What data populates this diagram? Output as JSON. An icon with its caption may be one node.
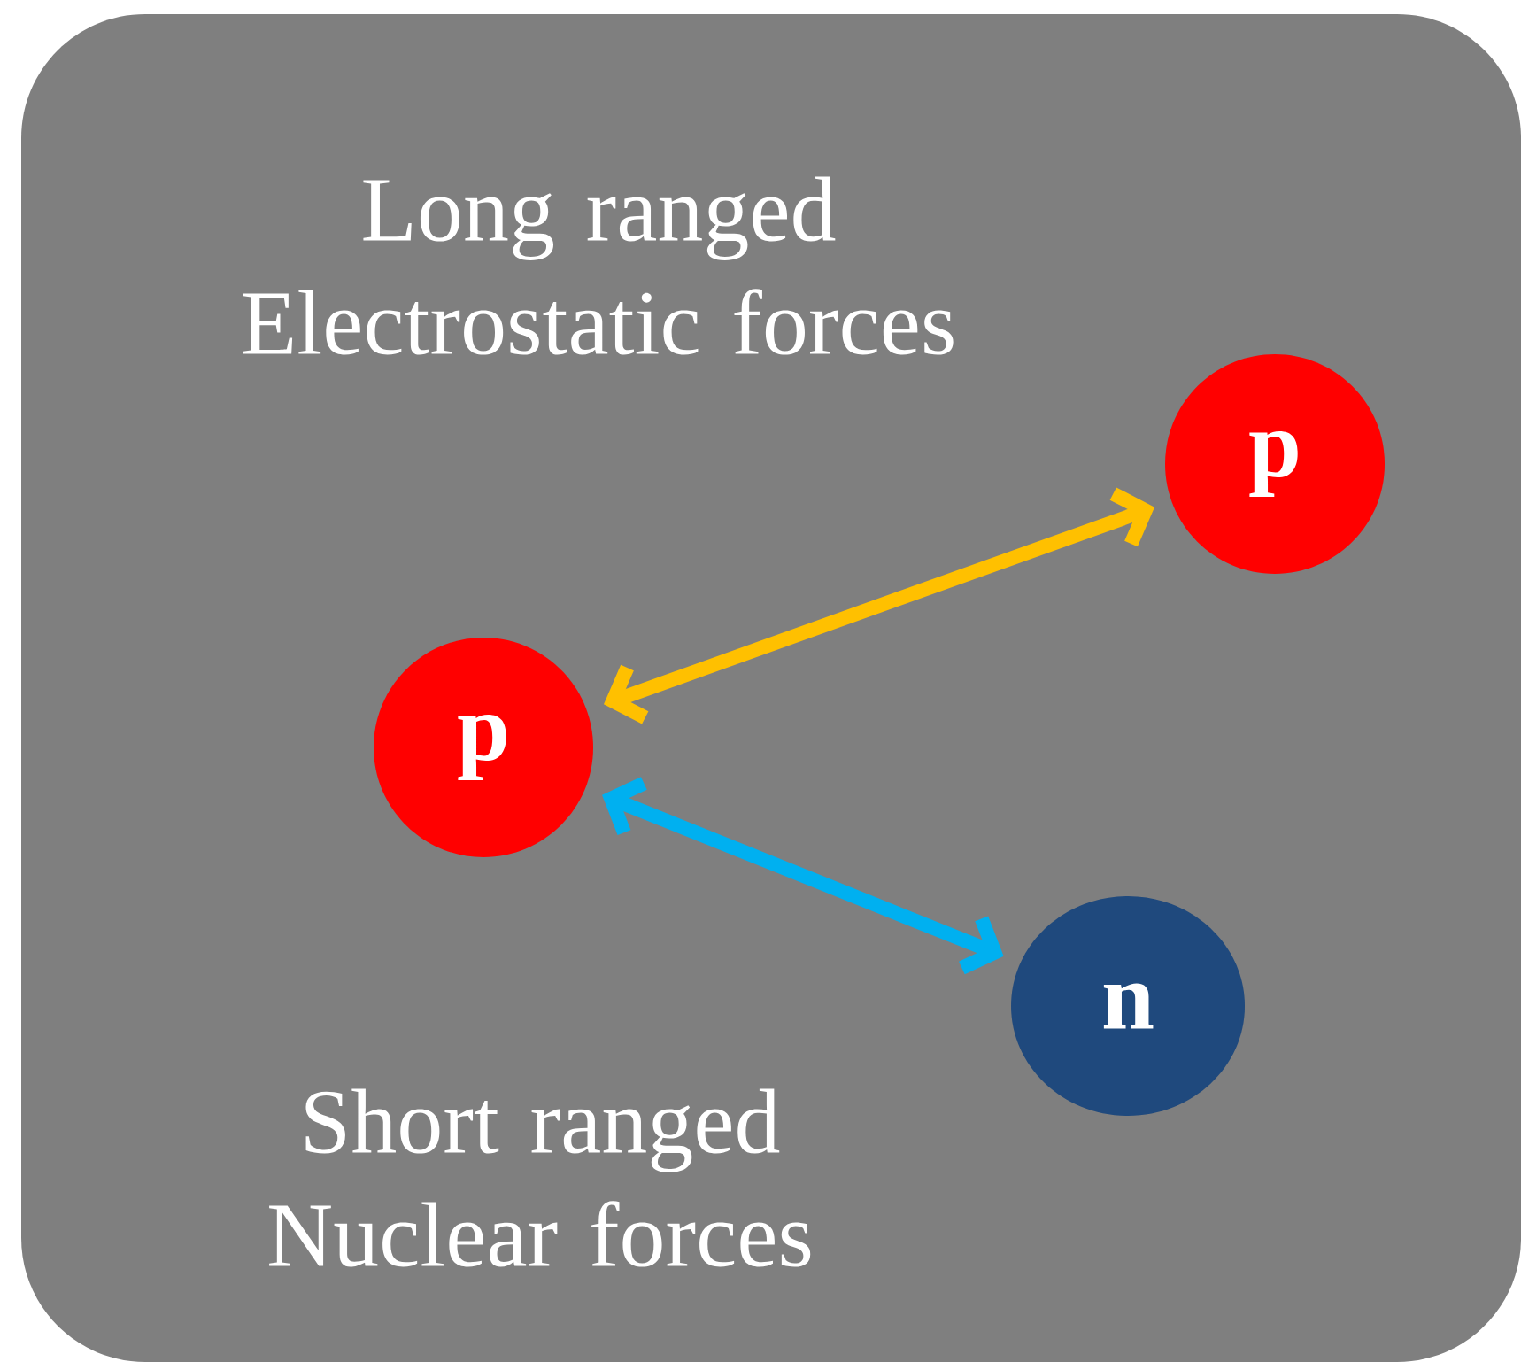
{
  "diagram": {
    "nodes": [
      {
        "text": [
          "Long ranged Electrostatic forces",
          "Short ranged Nuclear forces"
        ]
      },
      {
        "text": [
          "p"
        ],
        "in": 0
      },
      {
        "text": [
          "p"
        ],
        "in": 0
      },
      {
        "text": [
          "n"
        ],
        "in": 0
      }
    ],
    "edges": [
      {
        "from": 2,
        "to": 1,
        "arrow": "both",
        "color": "#ffc000"
      },
      {
        "from": 2,
        "to": 3,
        "arrow": "both",
        "color": "#00b0f0"
      }
    ]
  }
}
